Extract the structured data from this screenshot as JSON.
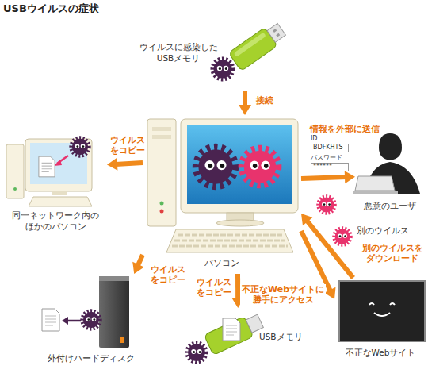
{
  "diagram": {
    "title": "USBウイルスの症状",
    "nodes": [
      {
        "text": [
          "ウイルスに感染した USBメモリ"
        ]
      },
      {
        "text": [
          "パソコン"
        ]
      },
      {
        "text": [
          "悪意のユーザ"
        ]
      },
      {
        "text": [
          "同一ネットワーク内の ほかのパソコン"
        ]
      },
      {
        "text": [
          "外付けハードディスク"
        ]
      },
      {
        "text": [
          "USBメモリ"
        ]
      },
      {
        "text": [
          "不正なWebサイト"
        ]
      }
    ],
    "edges": [
      {
        "from": 0,
        "to": 1,
        "label": "接続",
        "arrow": "to"
      },
      {
        "from": 1,
        "to": 3,
        "label": "ウイルス をコピー",
        "arrow": "to"
      },
      {
        "from": 1,
        "to": 4,
        "label": "ウイルス をコピー",
        "arrow": "to"
      },
      {
        "from": 1,
        "to": 5,
        "label": "ウイルス をコピー",
        "arrow": "to"
      },
      {
        "from": 1,
        "to": 2,
        "label": "情報を外部に送信",
        "arrow": "to"
      },
      {
        "from": 1,
        "to": 6,
        "label": "不正なWebサイトに 勝手にアクセス",
        "arrow": "to"
      },
      {
        "from": 6,
        "to": 1,
        "label": "別のウイルスを ダウンロード",
        "arrow": "to"
      }
    ],
    "labels": [
      "ID",
      "BDFKHTS",
      "パスワード",
      "******",
      "別のウイルス"
    ]
  }
}
